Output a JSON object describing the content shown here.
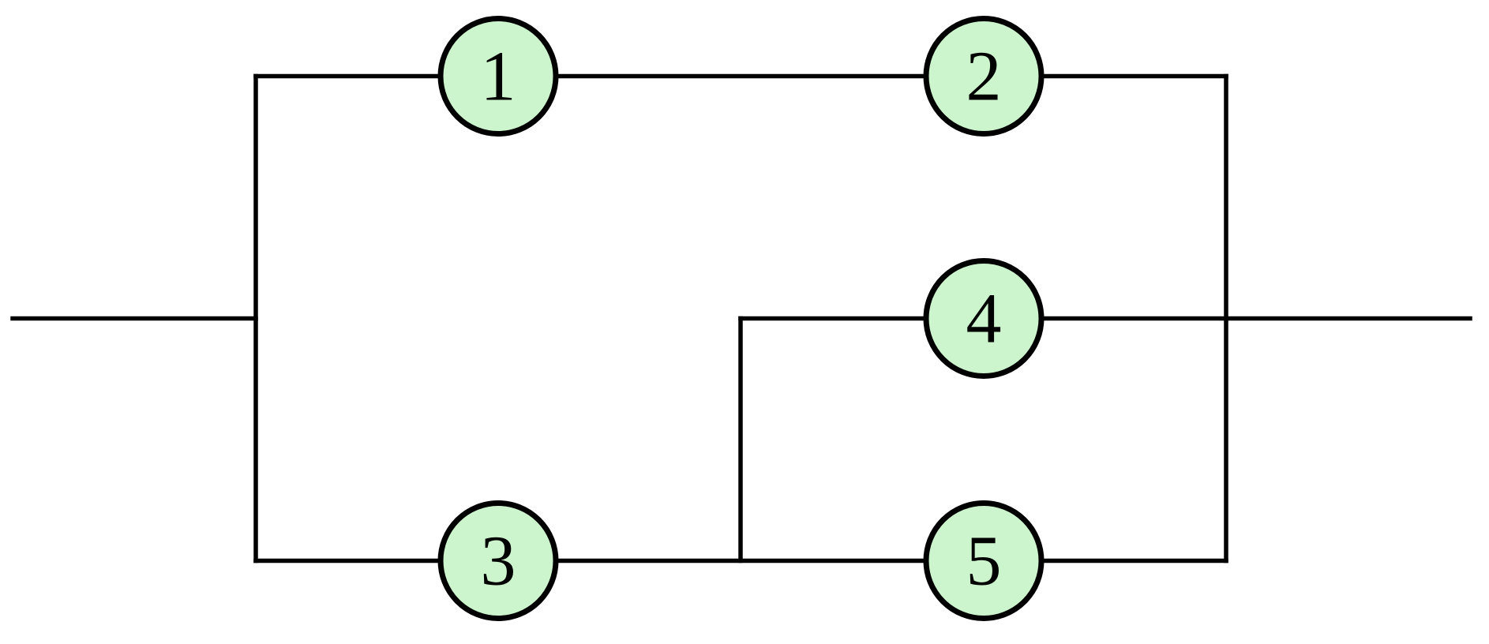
{
  "diagram": {
    "title": "Series-parallel network of five numbered components",
    "colors": {
      "node_fill": "#cdf5cd",
      "node_stroke": "#000000",
      "line_color": "#000000",
      "background": "#ffffff"
    },
    "nodes": [
      {
        "id": "1",
        "label": "1",
        "branch": "top",
        "position": "left"
      },
      {
        "id": "2",
        "label": "2",
        "branch": "top",
        "position": "right"
      },
      {
        "id": "3",
        "label": "3",
        "branch": "bottom",
        "position": "left"
      },
      {
        "id": "4",
        "label": "4",
        "branch": "middle",
        "position": "right"
      },
      {
        "id": "5",
        "label": "5",
        "branch": "bottom",
        "position": "right"
      }
    ],
    "connections": {
      "description": "Input wire splits into two parallel branches: the top branch passes through nodes 1 and 2 in series; the bottom branch passes through node 3 and then splits into parallel nodes 4 and 5; all branches rejoin at the right bus before the output wire.",
      "expression": "(1·2) ∥ (3·(4∥5))"
    }
  }
}
